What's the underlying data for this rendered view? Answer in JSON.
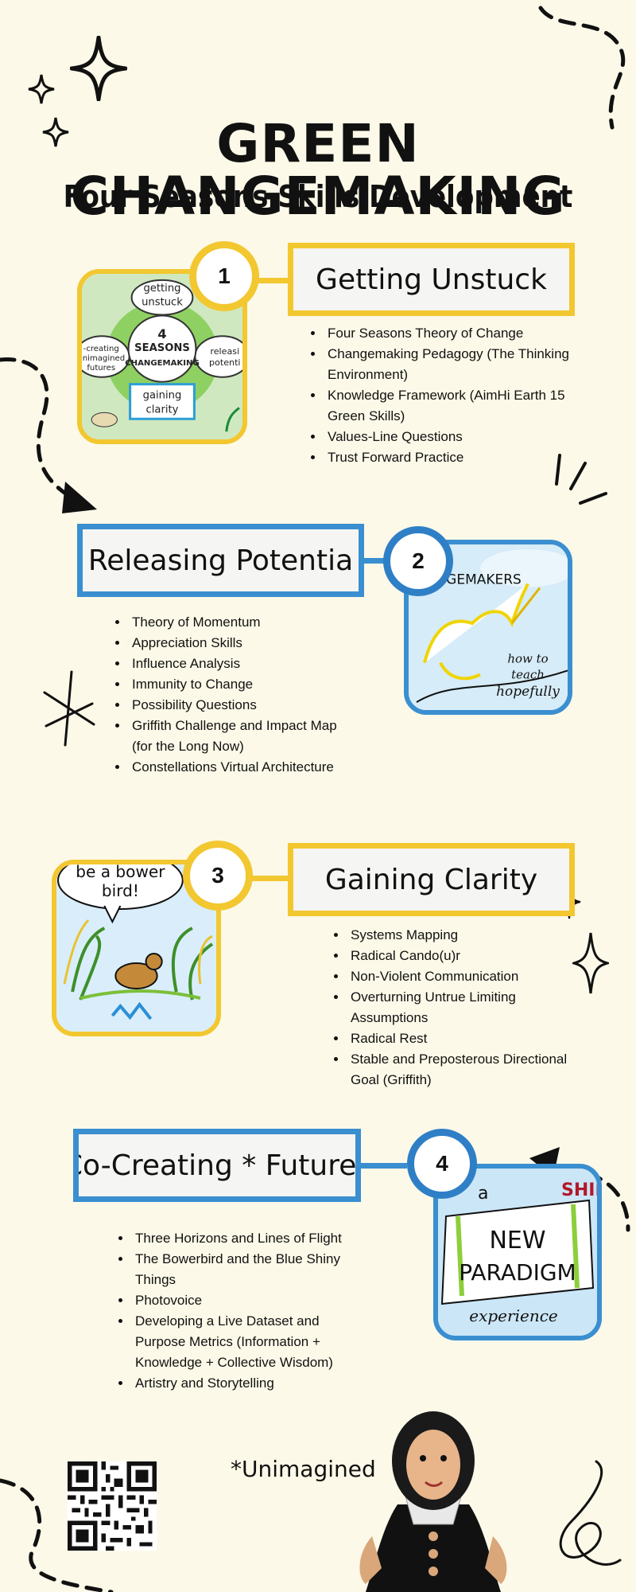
{
  "header": {
    "title": "GREEN CHANGEMAKING",
    "subtitle": "Four Seasons Skills Development"
  },
  "sections": [
    {
      "number": "1",
      "heading": "Getting Unstuck",
      "image_text": [
        "getting unstuck",
        "4 SEASONS of CHANGEMAKING",
        "gaining clarity",
        "releasing potential",
        "co-creating unimagined futures"
      ],
      "items": [
        "Four Seasons Theory of Change",
        "Changemaking Pedagogy (The Thinking Environment)",
        "Knowledge Framework (AimHi Earth 15 Green Skills)",
        "Values-Line Questions",
        "Trust Forward Practice"
      ]
    },
    {
      "number": "2",
      "heading": "Releasing Potentia",
      "image_text": [
        "CHANGEMAKERS",
        "how to teach hopefully"
      ],
      "items": [
        "Theory of Momentum",
        "Appreciation Skills",
        "Influence Analysis",
        "Immunity to Change",
        "Possibility Questions",
        "Griffith Challenge and Impact Map (for the Long Now)",
        "Constellations Virtual Architecture"
      ]
    },
    {
      "number": "3",
      "heading": "Gaining Clarity",
      "image_text": [
        "be a bower bird!"
      ],
      "items": [
        "Systems Mapping",
        "Radical Cando(u)r",
        "Non-Violent Communication",
        "Overturning Untrue Limiting Assumptions",
        "Radical Rest",
        "Stable and Preposterous Directional Goal (Griffith)"
      ]
    },
    {
      "number": "4",
      "heading": "Co-Creating * Futures",
      "image_text": [
        "a NEW PARADIGM",
        "SHIFT",
        "experience"
      ],
      "items": [
        "Three Horizons and Lines of Flight",
        "The Bowerbird and the Blue Shiny Things",
        "Photovoice",
        "Developing a Live Dataset and Purpose Metrics (Information + Knowledge + Collective Wisdom)",
        "Artistry and Storytelling"
      ]
    }
  ],
  "footnote": "*Unimagined",
  "colors": {
    "background": "#fcf9e8",
    "yellow": "#f2c730",
    "blue": "#3a8fd0",
    "ink": "#111111"
  },
  "icons": [
    "sparkle-icon",
    "dashed-arrow-icon",
    "asterisk-doodle-icon",
    "qr-code",
    "finger-puppet-figure"
  ]
}
